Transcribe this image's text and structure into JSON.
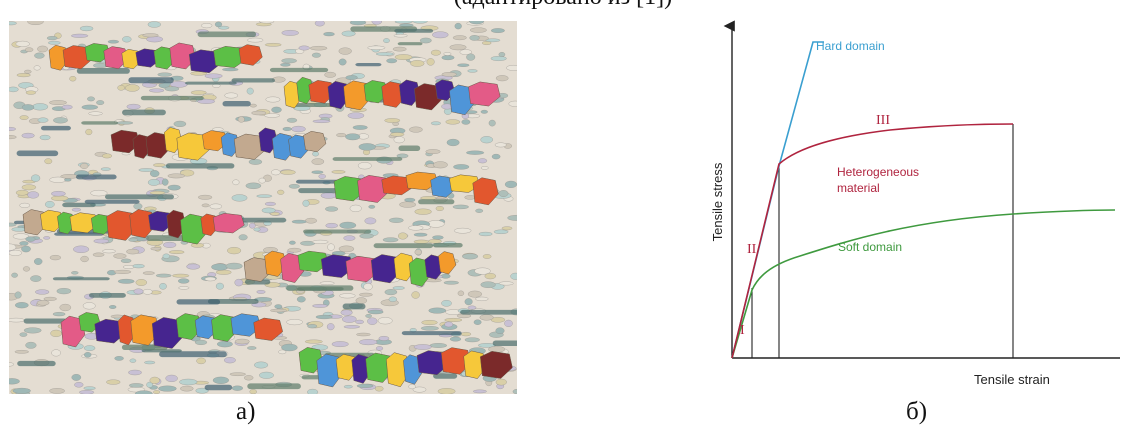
{
  "figure": {
    "top_caption": "(адаптировано из [1])",
    "panel_a_label": "а)",
    "panel_b_label": "б)"
  },
  "colors": {
    "hard": "#3a9fd0",
    "heterogeneous": "#b0243f",
    "soft": "#3f9a3f",
    "axis": "#222222"
  },
  "micro_palette": [
    "#f39a2b",
    "#f6c83a",
    "#5cbf46",
    "#4f95d8",
    "#46258f",
    "#7b2a2a",
    "#e35b87",
    "#e2572e",
    "#c2a98f"
  ],
  "chart_data": {
    "type": "line",
    "xlabel": "Tensile strain",
    "ylabel": "Tensile stress",
    "series": [
      {
        "name": "Hard domain",
        "color": "#3a9fd0"
      },
      {
        "name": "Heterogeneous material",
        "color": "#b0243f"
      },
      {
        "name": "Soft domain",
        "color": "#3f9a3f"
      }
    ],
    "annotations": [
      {
        "text": "Hard domain"
      },
      {
        "text": "Heterogeneous"
      },
      {
        "text": "material"
      },
      {
        "text": "Soft domain"
      },
      {
        "text": "I"
      },
      {
        "text": "II"
      },
      {
        "text": "III"
      }
    ],
    "grid": false
  }
}
